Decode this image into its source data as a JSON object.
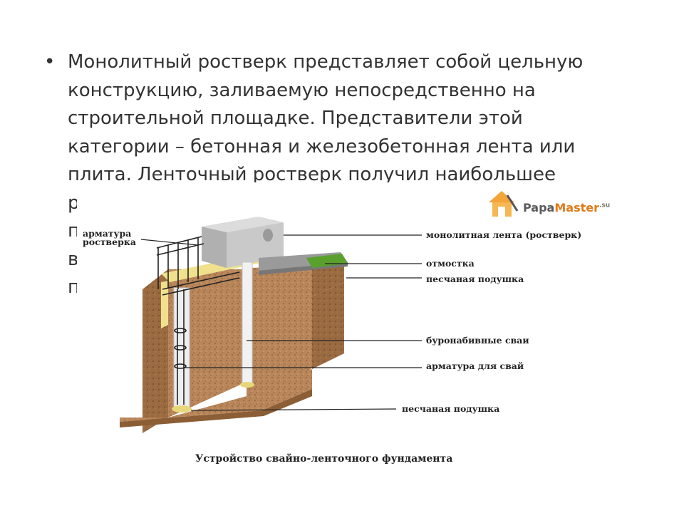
{
  "bullet": {
    "marker": "•",
    "lines": [
      "Монолитный ростверк представляет собой цельную",
      "конструкцию, заливаемую непосредственно на",
      "строительной площадке. Представители этой",
      "категории – бетонная и железобетонная лента или",
      "плита. Ленточный ростверк получил наибольшее",
      "р",
      "п",
      "в",
      "п"
    ]
  },
  "figure": {
    "labels": {
      "rebar_grid_1": "арматура",
      "rebar_grid_2": "ростверка",
      "strip": "монолитная лента (ростверк)",
      "blind_area": "отмостка",
      "sand_top": "песчаная подушка",
      "piles": "буронабивные сваи",
      "pile_rebar": "арматура для свай",
      "sand_bottom": "песчаная подушка"
    },
    "caption": "Устройство свайно-ленточного фундамента",
    "logo": {
      "brand_a": "Papa",
      "brand_b": "Master",
      "tld": ".su"
    },
    "colors": {
      "soil": "#b8865a",
      "soil_dark": "#8c5e36",
      "sand": "#efe18d",
      "concrete": "#c9c9c9",
      "grass": "#5aa02c"
    }
  }
}
